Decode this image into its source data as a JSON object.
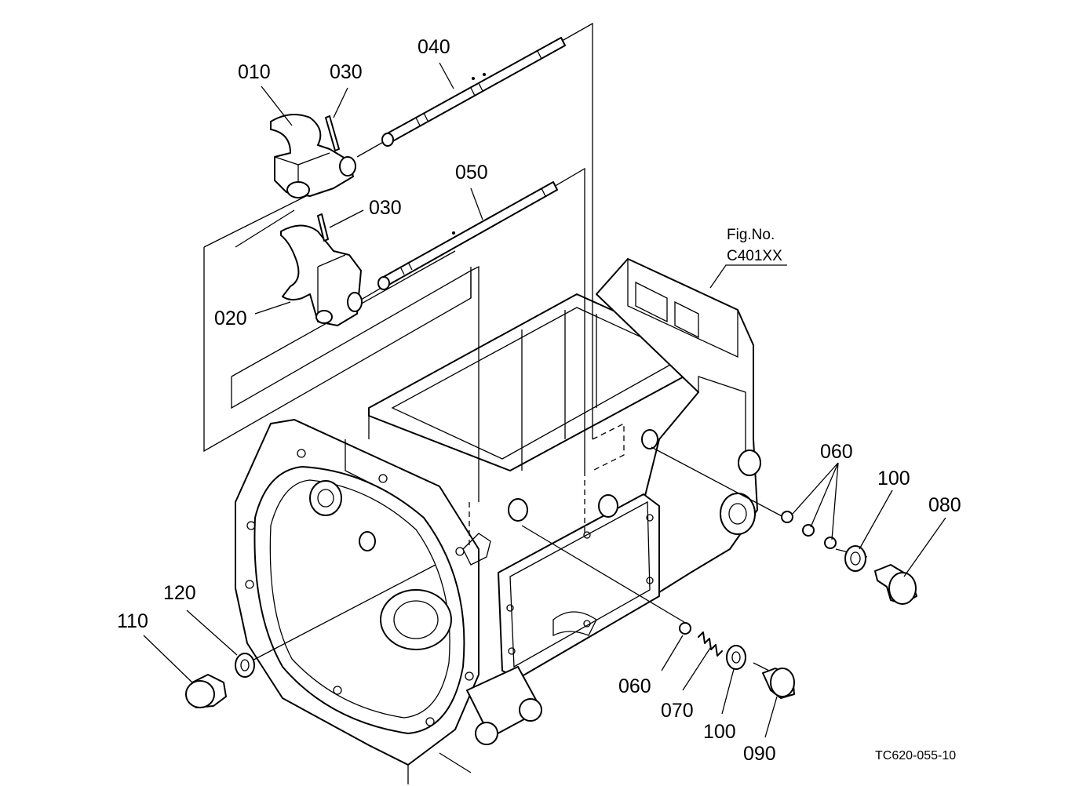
{
  "labels": {
    "p010": "010",
    "p020": "020",
    "p030a": "030",
    "p030b": "030",
    "p040": "040",
    "p050": "050",
    "p060a": "060",
    "p060b": "060",
    "p070": "070",
    "p080": "080",
    "p090": "090",
    "p100a": "100",
    "p100b": "100",
    "p110": "110",
    "p120": "120"
  },
  "fig_ref": {
    "line1": "Fig.No.",
    "line2": "C401XX"
  },
  "drawing_code": "TC620-055-10"
}
